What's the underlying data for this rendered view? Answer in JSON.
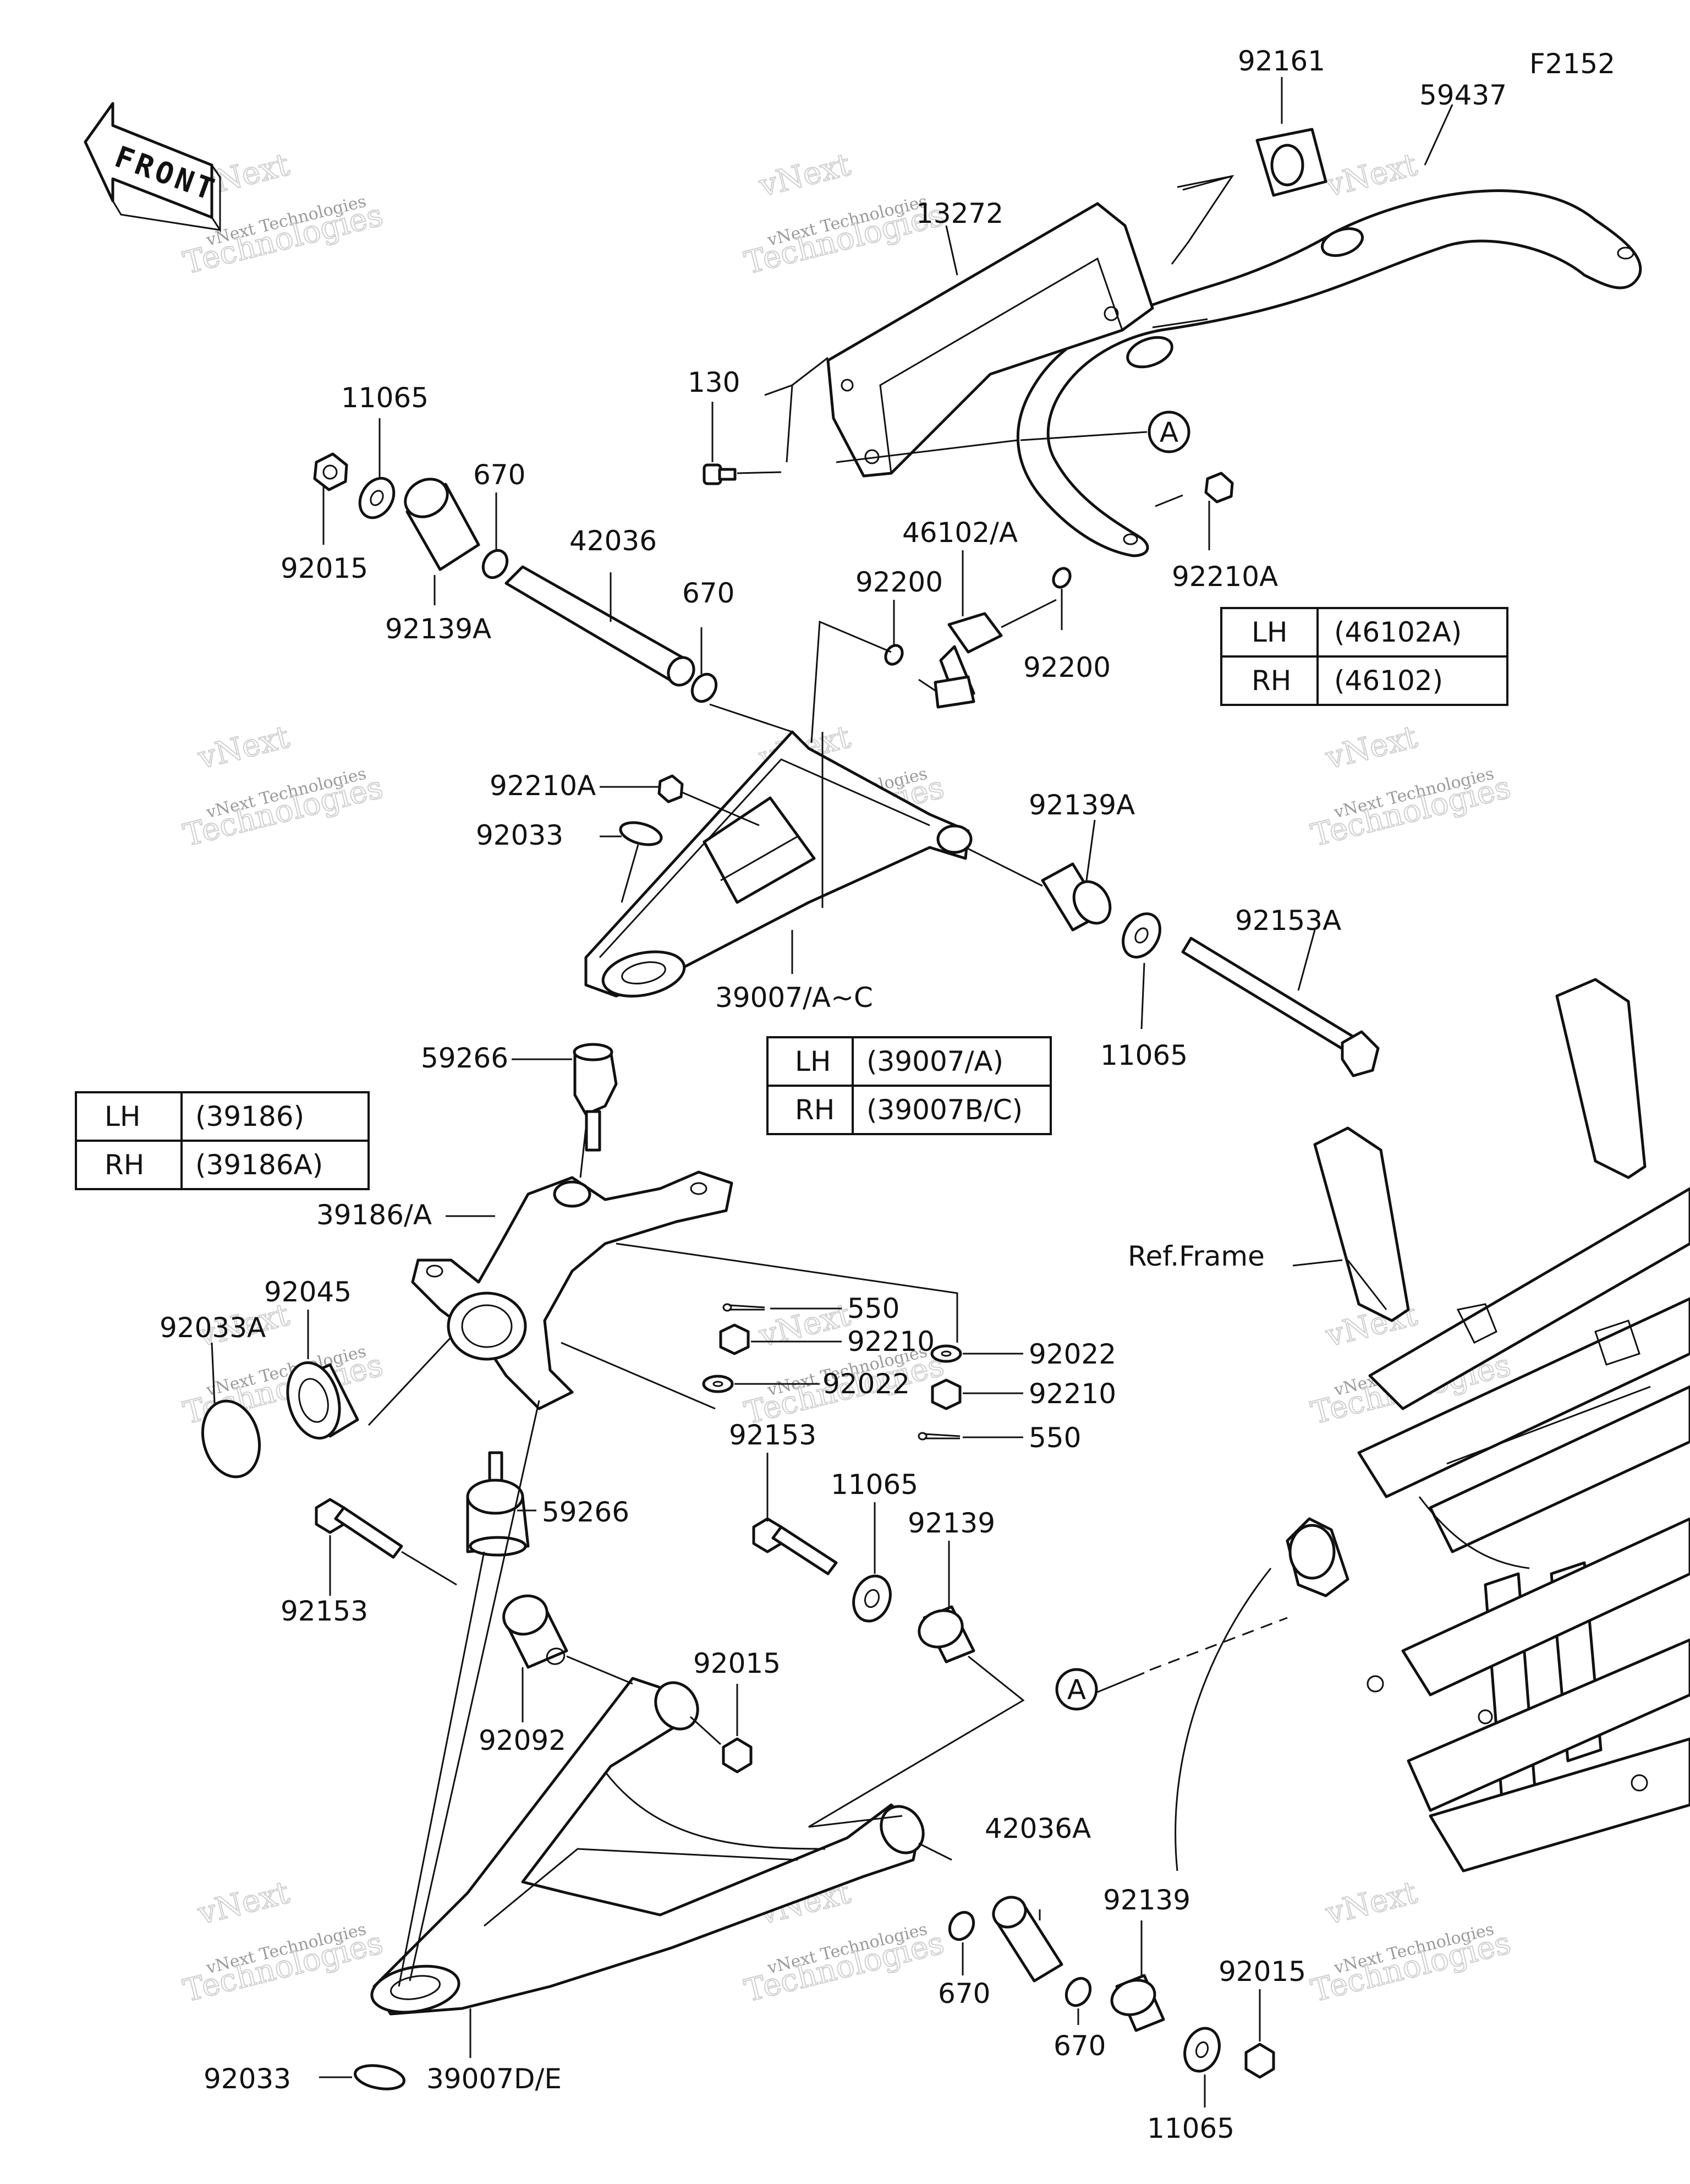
{
  "figure_code": "F2152",
  "front_label": "FRONT",
  "ref_frame_label": "Ref.Frame",
  "ref_marker": "A",
  "watermark": {
    "line1": "vNext Technologies",
    "line2": "Technologies",
    "line3": "vNext"
  },
  "callouts": {
    "c92161": "92161",
    "c59437": "59437",
    "c13272": "13272",
    "c130": "130",
    "c11065_a": "11065",
    "c92015_a": "92015",
    "c92139A_a": "92139A",
    "c670_a": "670",
    "c42036": "42036",
    "c670_b": "670",
    "c46102": "46102/A",
    "c92200_a": "92200",
    "c92200_b": "92200",
    "c92210A_a": "92210A",
    "c92210A_b": "92210A",
    "c92033": "92033",
    "c92139A_b": "92139A",
    "c92153A": "92153A",
    "c39007": "39007/A~C",
    "c11065_b": "11065",
    "c59266_a": "59266",
    "c39186": "39186/A",
    "c92045": "92045",
    "c92033A": "92033A",
    "c550_a": "550",
    "c92210_a": "92210",
    "c92022_a": "92022",
    "c92022_b": "92022",
    "c92210_b": "92210",
    "c550_b": "550",
    "c92153_a": "92153",
    "c11065_c": "11065",
    "c92139_a": "92139",
    "c59266_b": "59266",
    "c92153_b": "92153",
    "c92015_b": "92015",
    "c92092": "92092",
    "c42036A": "42036A",
    "c92139_b": "92139",
    "c92015_c": "92015",
    "c670_c": "670",
    "c670_d": "670",
    "c92033_b": "92033",
    "c39007DE": "39007D/E",
    "c11065_d": "11065"
  },
  "tables": {
    "t46102": {
      "lh_side": "LH",
      "lh_part": "(46102A)",
      "rh_side": "RH",
      "rh_part": "(46102)"
    },
    "t39007": {
      "lh_side": "LH",
      "lh_part": "(39007/A)",
      "rh_side": "RH",
      "rh_part": "(39007B/C)"
    },
    "t39186": {
      "lh_side": "LH",
      "lh_part": "(39186)",
      "rh_side": "RH",
      "rh_part": "(39186A)"
    }
  }
}
